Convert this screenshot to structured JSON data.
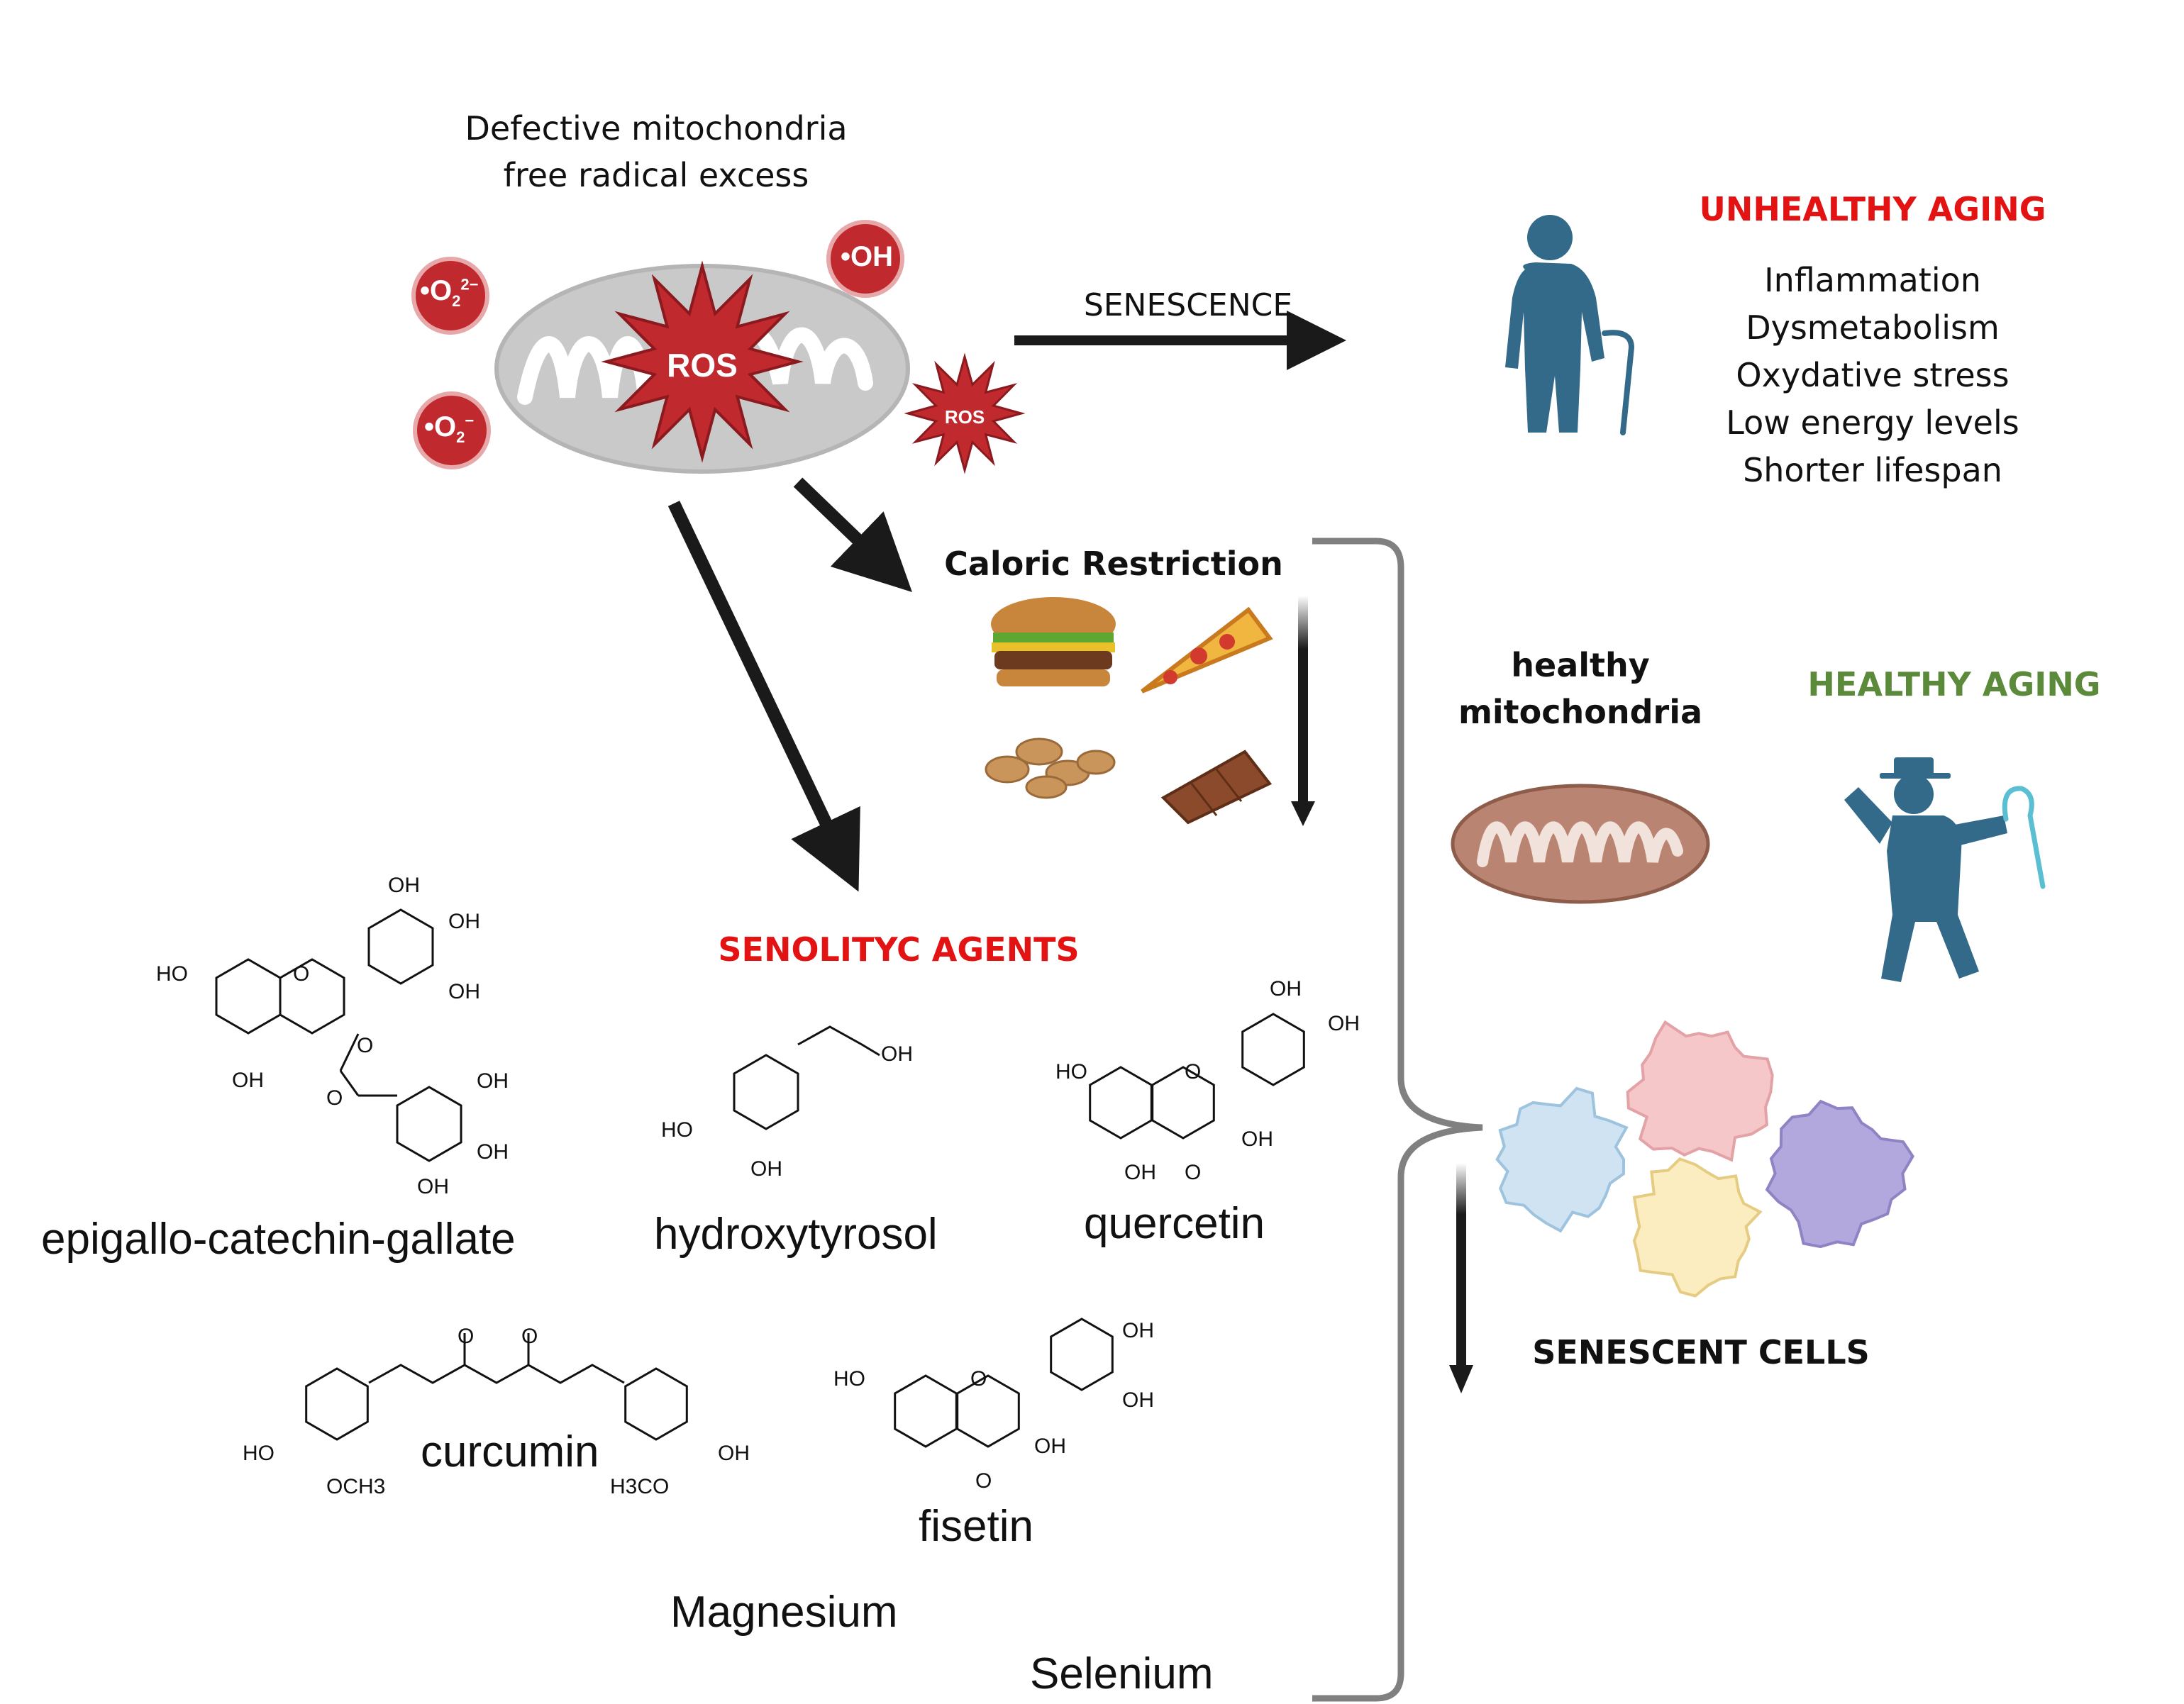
{
  "top_caption": {
    "line1": "Defective mitochondria",
    "line2": "free radical excess"
  },
  "radicals": {
    "superoxide_dianion": "O2 2−",
    "superoxide": "O2 −",
    "hydroxyl": "OH"
  },
  "ros_large": "ROS",
  "ros_small": "ROS",
  "senescence_arrow_label": "SENESCENCE",
  "unhealthy": {
    "title": "UNHEALTHY AGING",
    "items": [
      "Inflammation",
      "Dysmetabolism",
      "Oxydative stress",
      "Low energy levels",
      "Shorter lifespan"
    ]
  },
  "caloric_restriction": "Caloric Restriction",
  "healthy_mito": {
    "line1": "healthy",
    "line2": "mitochondria"
  },
  "healthy_aging": "HEALTHY AGING",
  "senolytic_title": "SENOLITYC AGENTS",
  "senescent_cells": "SENESCENT CELLS",
  "compounds": {
    "egcg": "epigallo-catechin-gallate",
    "hydroxytyrosol": "hydroxytyrosol",
    "quercetin": "quercetin",
    "curcumin": "curcumin",
    "fisetin": "fisetin"
  },
  "minerals": [
    "Magnesium",
    "Selenium"
  ],
  "struct_labels": {
    "oh": "OH",
    "ho": "HO",
    "o": "O",
    "och3": "OCH3",
    "h3co": "H3CO"
  },
  "colors": {
    "red_title": "#e31313",
    "green_title": "#5a8a3a",
    "figure_blue": "#336a8a",
    "ros_red": "#c0292e",
    "mito_grey": "#c9c9c9",
    "healthy_mito": "#b98471",
    "arrow": "#1a1a1a",
    "brace": "#808080",
    "cell_blue": "#cfe3f2",
    "cell_pink": "#f5c7c9",
    "cell_yellow": "#fbedc0",
    "cell_purple": "#b3a8de"
  },
  "icons": [
    "burger-icon",
    "pizza-icon",
    "peanuts-icon",
    "chocolate-icon",
    "elderly-person-icon",
    "dancing-person-icon"
  ]
}
